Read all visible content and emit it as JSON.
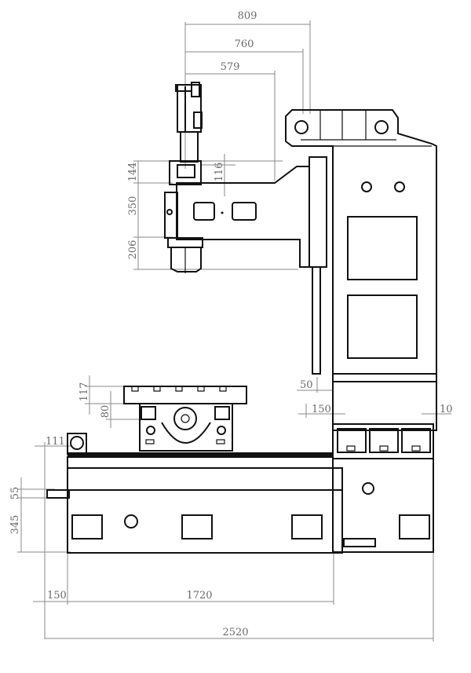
{
  "drawing": {
    "subject": "Machining center front elevation with dimensions",
    "line_color": "#111111",
    "dimension_color": "#6a6a6a"
  },
  "dimensions": {
    "top_809": "809",
    "top_760": "760",
    "top_579": "579",
    "head_144": "144",
    "head_350": "350",
    "head_206": "206",
    "head_116": "116",
    "table_117": "117",
    "table_80": "80",
    "column_50": "50",
    "column_150": "150",
    "column_10": "10",
    "base_111": "111",
    "base_55": "55",
    "base_345": "345",
    "bottom_150": "150",
    "bottom_1720": "1720",
    "overall_2520": "2520"
  }
}
